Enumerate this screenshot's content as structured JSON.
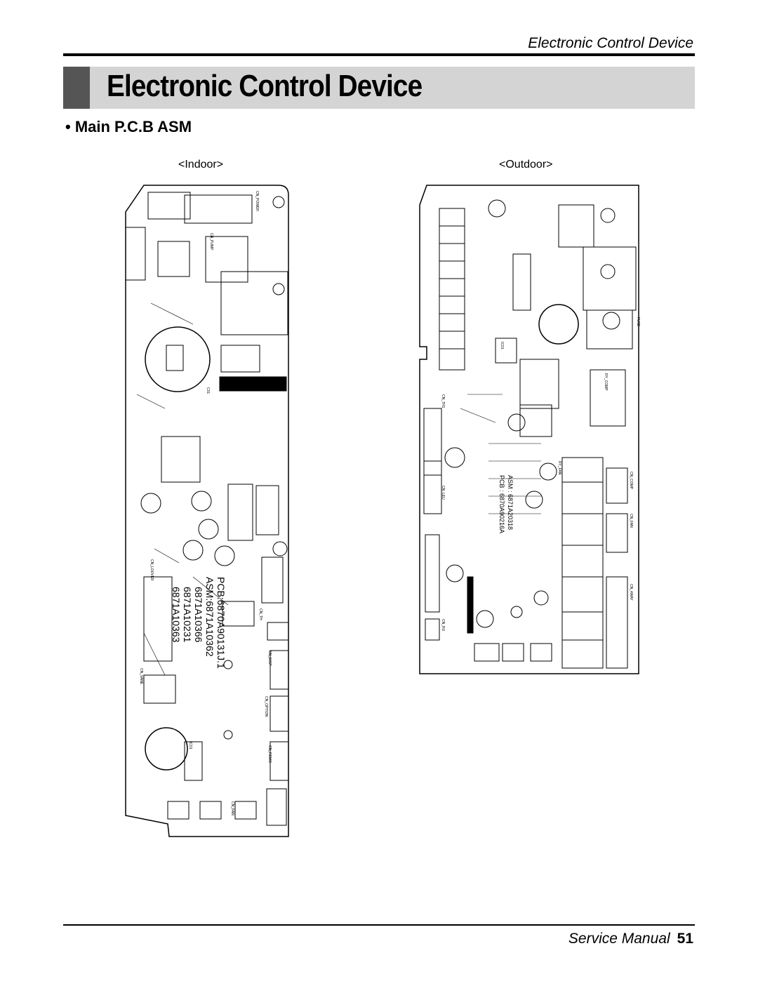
{
  "header": {
    "running_title": "Electronic Control Device"
  },
  "title_bar": {
    "title": "Electronic Control Device"
  },
  "section": {
    "heading": "• Main P.C.B ASM"
  },
  "figures": {
    "indoor": {
      "caption": "<Indoor>",
      "labels": {
        "pcb_line1": "PCB:6870A90131J.1",
        "pcb_line2": "ASM:6871A10362",
        "pcb_line3": "6871A10366",
        "pcb_line4": "6871A10231",
        "pcb_line5": "6871A10363",
        "cn_power": "CN_POWER",
        "cn_pump": "CN_PUMP",
        "cn_th": "CN_TH",
        "cn_louver": "CN_LOUVER",
        "cn_disp": "CN_DISP",
        "cn_vane": "CN_VANE",
        "cn_remo": "CN_REMO",
        "cn_opt": "CN_OPTION",
        "cn_fan": "CN_FAN",
        "ic01": "IC01",
        "c01": "C01"
      }
    },
    "outdoor": {
      "caption": "<Outdoor>",
      "labels": {
        "asm_line": "ASM : 6871A20318",
        "pcb_line": "PCB : 6870A90216A",
        "cn_th1": "CN_TH1",
        "cn_comp": "CN_COMP",
        "cn_fan": "CN_FAN",
        "cn_4way": "CN_4WAY",
        "cn_leu": "CN_LEU",
        "cn_ru": "CN_RU",
        "rly_comp": "RY_COMP",
        "rly_fan": "RY_FAN",
        "ic01": "IC01",
        "fuse": "FUSE"
      }
    }
  },
  "footer": {
    "label": "Service Manual",
    "page": "51"
  }
}
